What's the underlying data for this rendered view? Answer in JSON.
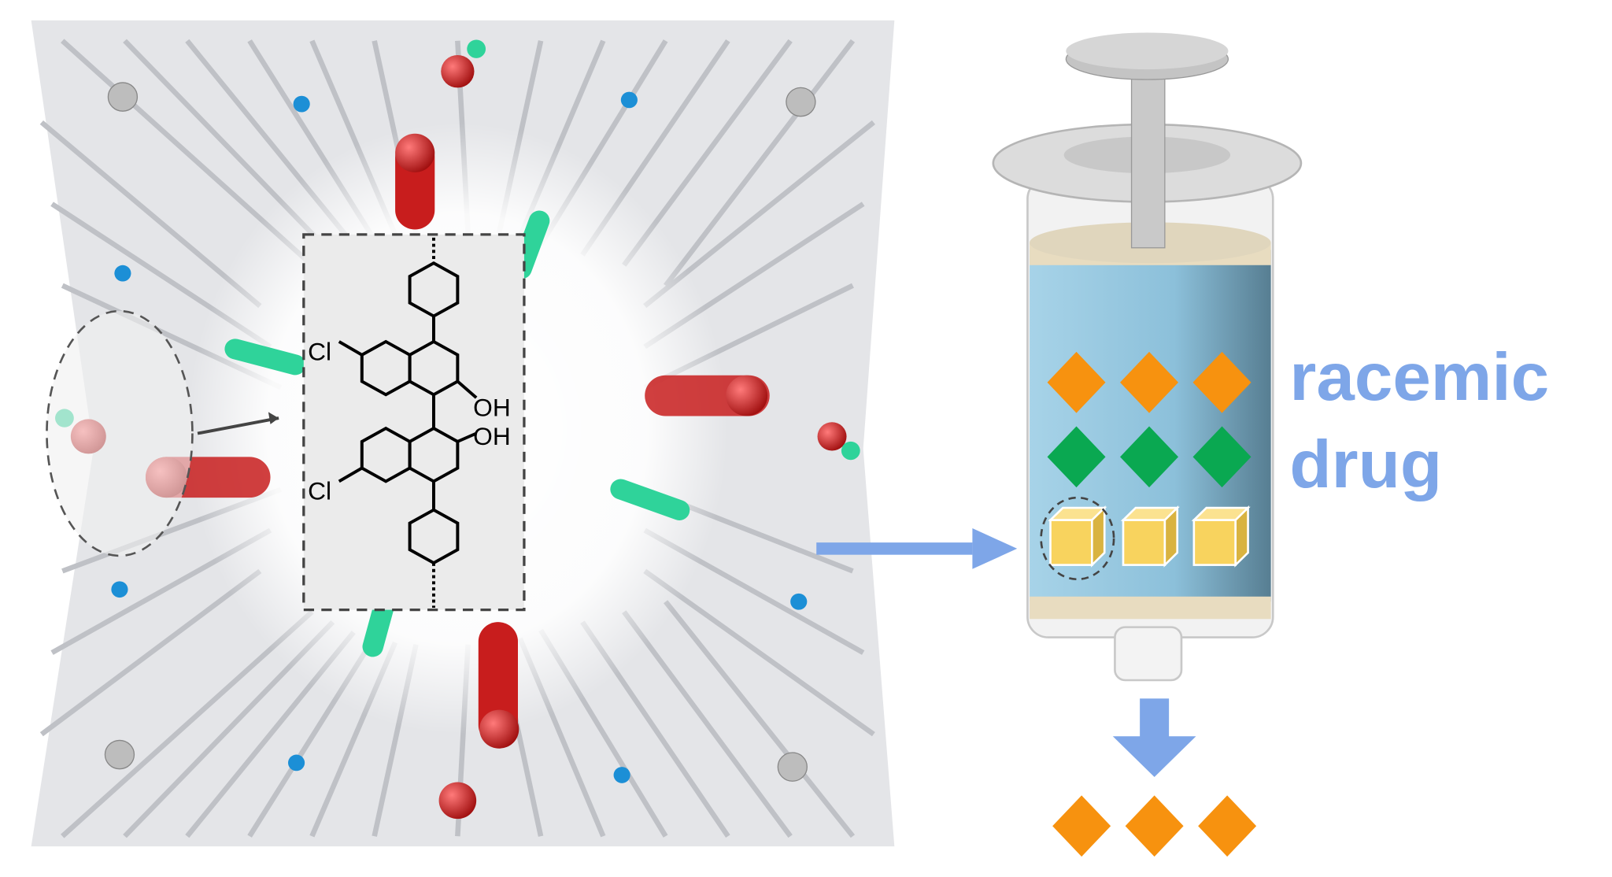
{
  "colors": {
    "accent": "#7ea6e8",
    "orange": "#f7920f",
    "green": "#0aa851",
    "cube": "#f8d35e",
    "column_blue": "#8fc3dc",
    "frame": "#d9dadd",
    "oxygen_red": "#c81d1d",
    "chlorine_green": "#2fd39a",
    "nitrogen_blue": "#1c8fd6"
  },
  "molecule": {
    "cl_top": "Cl",
    "cl_bottom": "Cl",
    "oh_top": "OH",
    "oh_bottom": "OH"
  },
  "label": {
    "line1": "racemic",
    "line2": "drug"
  }
}
